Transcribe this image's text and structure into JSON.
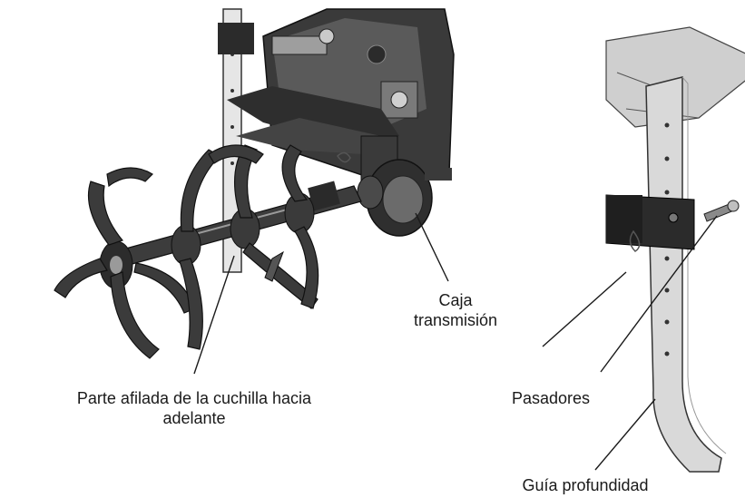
{
  "labels": {
    "gearbox": {
      "line1": "Caja",
      "line2": "transmisión"
    },
    "blade": {
      "line1": "Parte afilada de la cuchilla hacia",
      "line2": "adelante"
    },
    "pins": "Pasadores",
    "depth_guide": "Guía profundidad"
  },
  "colors": {
    "ink": "#1a1a1a",
    "metal_dark": "#2b2b2b",
    "metal_mid": "#5a5a5a",
    "metal_light": "#bdbdbd",
    "guide_fill": "#d9d9d9"
  }
}
